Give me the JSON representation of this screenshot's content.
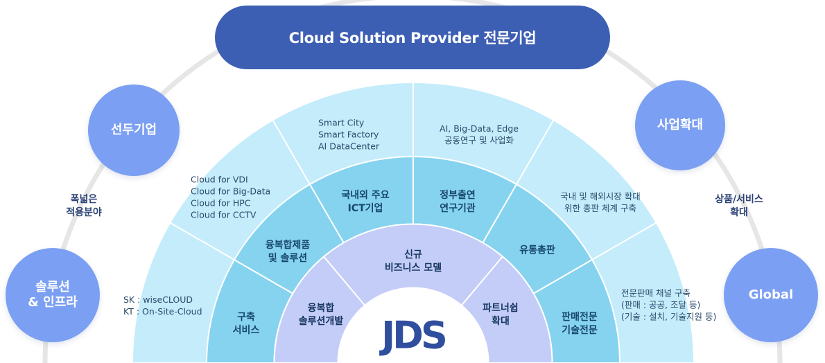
{
  "header": {
    "title": "Cloud Solution Provider 전문기업"
  },
  "corner_circles": {
    "top_left": "선두기업",
    "top_right": "사업확대",
    "bottom_left": "솔루션\n& 인프라",
    "bottom_right": "Global"
  },
  "side_labels": {
    "left": "폭넓은\n적용분야",
    "right": "상품/서비스\n확대"
  },
  "outer_ring": [
    "SK : wiseCLOUD\nKT : On-Site-Cloud",
    "Cloud for VDI\nCloud for Big-Data\nCloud for HPC\nCloud for CCTV",
    "Smart City\nSmart Factory\nAI DataCenter",
    "AI, Big-Data, Edge\n공동연구 및 사업화",
    "국내 및 해외시장 확대\n위한 총판 체계 구축",
    "전문판매 채널 구축\n(판매 : 공공, 조달 등)\n(기술 : 설치, 기술지원 등)"
  ],
  "middle_ring": [
    "구축\n서비스",
    "융복합제품\n및 솔루션",
    "국내외 주요\nICT기업",
    "정부출연\n연구기관",
    "유통총판",
    "판매전문\n기술전문"
  ],
  "inner_ring": [
    "융복합\n솔루션개발",
    "신규\n비즈니스 모델",
    "파트너쉽\n확대"
  ],
  "center": {
    "logo": "JDS"
  },
  "colors": {
    "title_bg": "#3d5fb3",
    "circle_bg": "#7b9ff2",
    "outer_ring": "#c4ecfb",
    "middle_ring": "#86d3ef",
    "inner_ring": "#c4ccf8",
    "arc_gray": "#e6e6e6",
    "logo": "#2f4e9e"
  }
}
